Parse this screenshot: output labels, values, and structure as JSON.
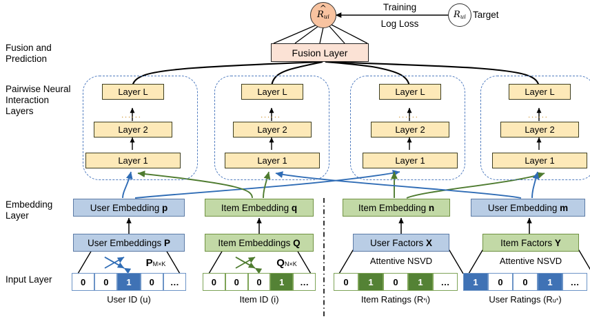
{
  "diagram": {
    "row_labels": [
      {
        "text": "Fusion and\nPrediction"
      },
      {
        "text": "Pairwise Neural\nInteraction\nLayers"
      },
      {
        "text": "Embedding\nLayer"
      },
      {
        "text": "Input Layer"
      }
    ],
    "prediction": {
      "node_label": "R",
      "node_subscript": "ui",
      "target_label": "R",
      "target_subscript": "ui",
      "target_text": "Target",
      "loss_line1": "Training",
      "loss_line2": "Log Loss"
    },
    "fusion_label": "Fusion Layer",
    "tower_layers": [
      "Layer L",
      "Layer 2",
      "Layer 1"
    ],
    "tower_ellipsis": "......",
    "columns": [
      {
        "embedding_label": "User Embedding",
        "embedding_var": "p",
        "embedding_color": "blue",
        "source_label": "User Embeddings",
        "source_var": "P",
        "source_color": "blue",
        "trap_label": "P",
        "trap_sub": "M×K",
        "trap_kind": "lookup",
        "vector_color": "blue",
        "vector_cells": [
          "0",
          "0",
          "1",
          "0",
          "…"
        ],
        "vector_active": [
          false,
          false,
          true,
          false,
          false
        ],
        "caption": "User ID (u)",
        "caption_var": "u"
      },
      {
        "embedding_label": "Item Embedding",
        "embedding_var": "q",
        "embedding_color": "green",
        "source_label": "Item Embeddings",
        "source_var": "Q",
        "source_color": "green",
        "trap_label": "Q",
        "trap_sub": "N×K",
        "trap_kind": "lookup",
        "vector_color": "green",
        "vector_cells": [
          "0",
          "0",
          "0",
          "1",
          "…"
        ],
        "vector_active": [
          false,
          false,
          false,
          true,
          false
        ],
        "caption": "Item ID (i)",
        "caption_var": "i"
      },
      {
        "embedding_label": "Item Embedding",
        "embedding_var": "n",
        "embedding_color": "green",
        "source_label": "User Factors",
        "source_var": "X",
        "source_color": "blue",
        "trap_label": "Attentive NSVD",
        "trap_sub": "",
        "trap_kind": "nsvd",
        "vector_color": "green",
        "vector_cells": [
          "0",
          "1",
          "0",
          "1",
          "…"
        ],
        "vector_active": [
          false,
          true,
          false,
          true,
          false
        ],
        "caption": "Item Ratings (R",
        "caption_var": "*i"
      },
      {
        "embedding_label": "User Embedding",
        "embedding_var": "m",
        "embedding_color": "blue",
        "source_label": "Item Factors",
        "source_var": "Y",
        "source_color": "green",
        "trap_label": "Attentive NSVD",
        "trap_sub": "",
        "trap_kind": "nsvd",
        "vector_color": "blue",
        "vector_cells": [
          "1",
          "0",
          "0",
          "1",
          "…"
        ],
        "vector_active": [
          true,
          false,
          false,
          true,
          false
        ],
        "caption": "User Ratings (R",
        "caption_var": "u*"
      }
    ],
    "colors": {
      "blue_fill": "#b9cde5",
      "green_fill": "#c2d9a6",
      "yellow_fill": "#fde9b8",
      "peach_fill": "#f8c3a0",
      "fusion_fill": "#fbe2d5",
      "blue_arrow": "#2f6cb5",
      "green_arrow": "#4e7b2f",
      "group_border": "#4f7bbf"
    }
  }
}
